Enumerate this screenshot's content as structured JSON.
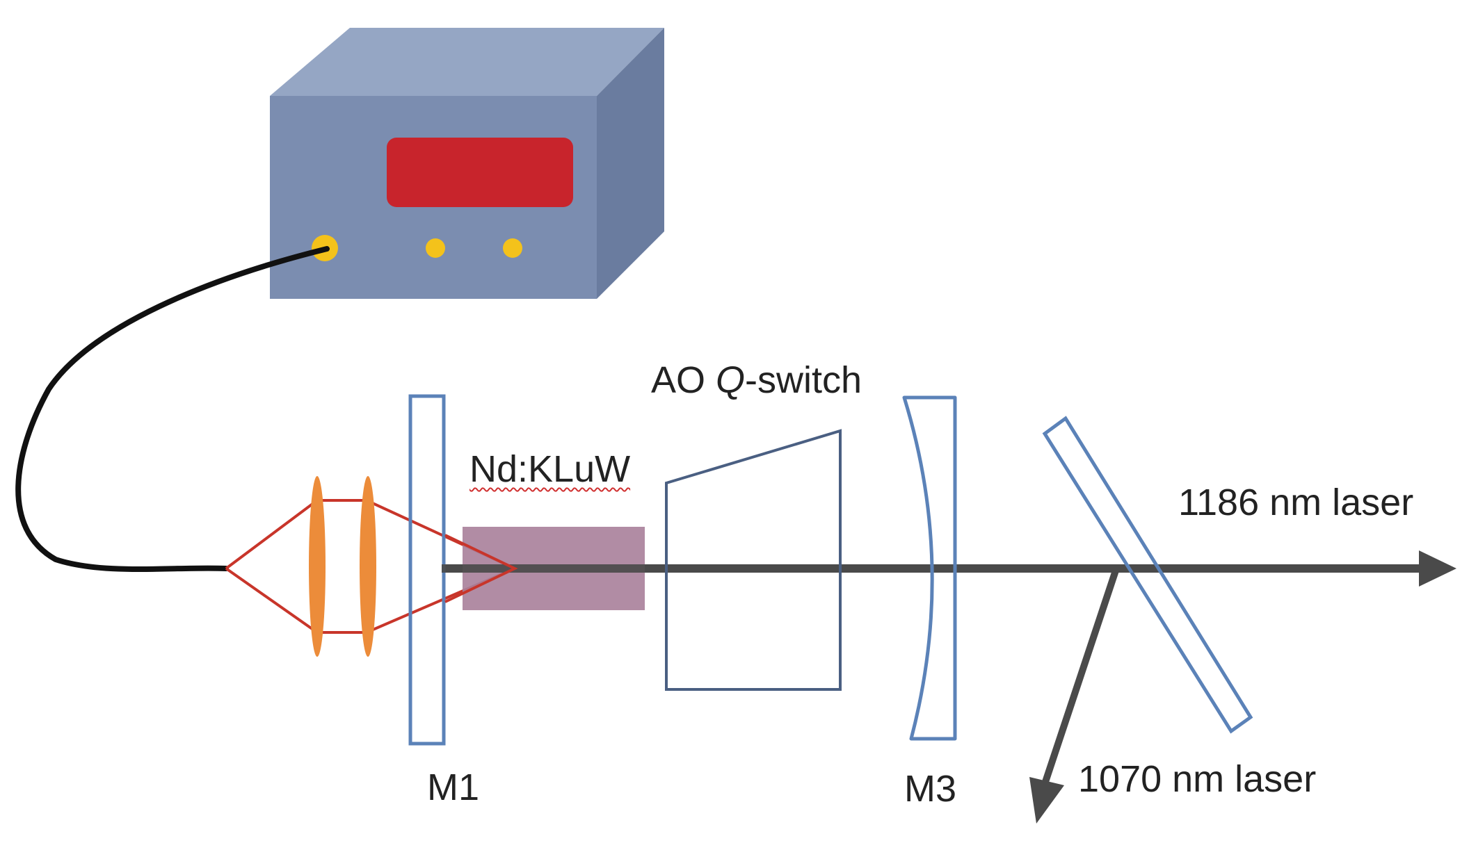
{
  "labels": {
    "crystal": "Nd:KLuW",
    "qswitch_prefix": "AO ",
    "qswitch_italic": "Q",
    "qswitch_suffix": "-switch",
    "m1": "M1",
    "m3": "M3",
    "laser_main": "1186 nm laser",
    "laser_side": "1070 nm laser"
  },
  "colors": {
    "box_front": "#7b8db0",
    "box_top": "#95a6c4",
    "box_side": "#6a7c9f",
    "display": "#c8242c",
    "knob": "#f4c21b",
    "fiber": "#111111",
    "pump_cone": "#c8352a",
    "lens": "#ec8c3a",
    "mirror": "#5b82b8",
    "crystal": "#a8809a",
    "beam": "#4a4a4a",
    "qswitch": "#4a5f82"
  },
  "icons": {
    "pump_source": "laser-diode-box-icon",
    "fiber": "optical-fiber-icon"
  }
}
